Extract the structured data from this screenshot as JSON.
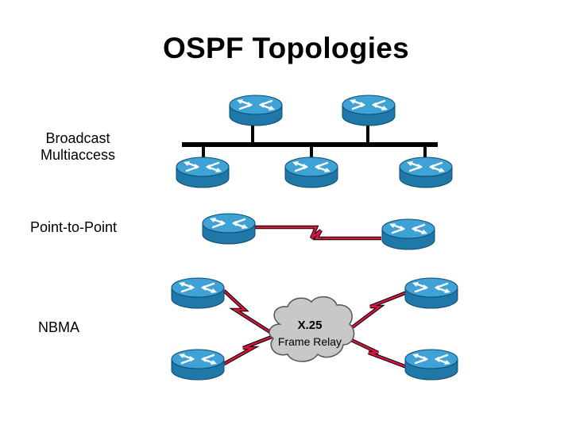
{
  "title": "OSPF Topologies",
  "sections": {
    "broadcast": {
      "line1": "Broadcast",
      "line2": "Multiaccess"
    },
    "point_to_point": {
      "label": "Point-to-Point"
    },
    "nbma": {
      "label": "NBMA"
    }
  },
  "cloud": {
    "line1": "X.25",
    "line2": "Frame Relay"
  },
  "colors": {
    "router_top": "#3399cc",
    "router_side": "#1a6f9c",
    "serial_link": "#cc0033",
    "bus": "#000000",
    "cloud_fill": "#c8c8c8"
  }
}
